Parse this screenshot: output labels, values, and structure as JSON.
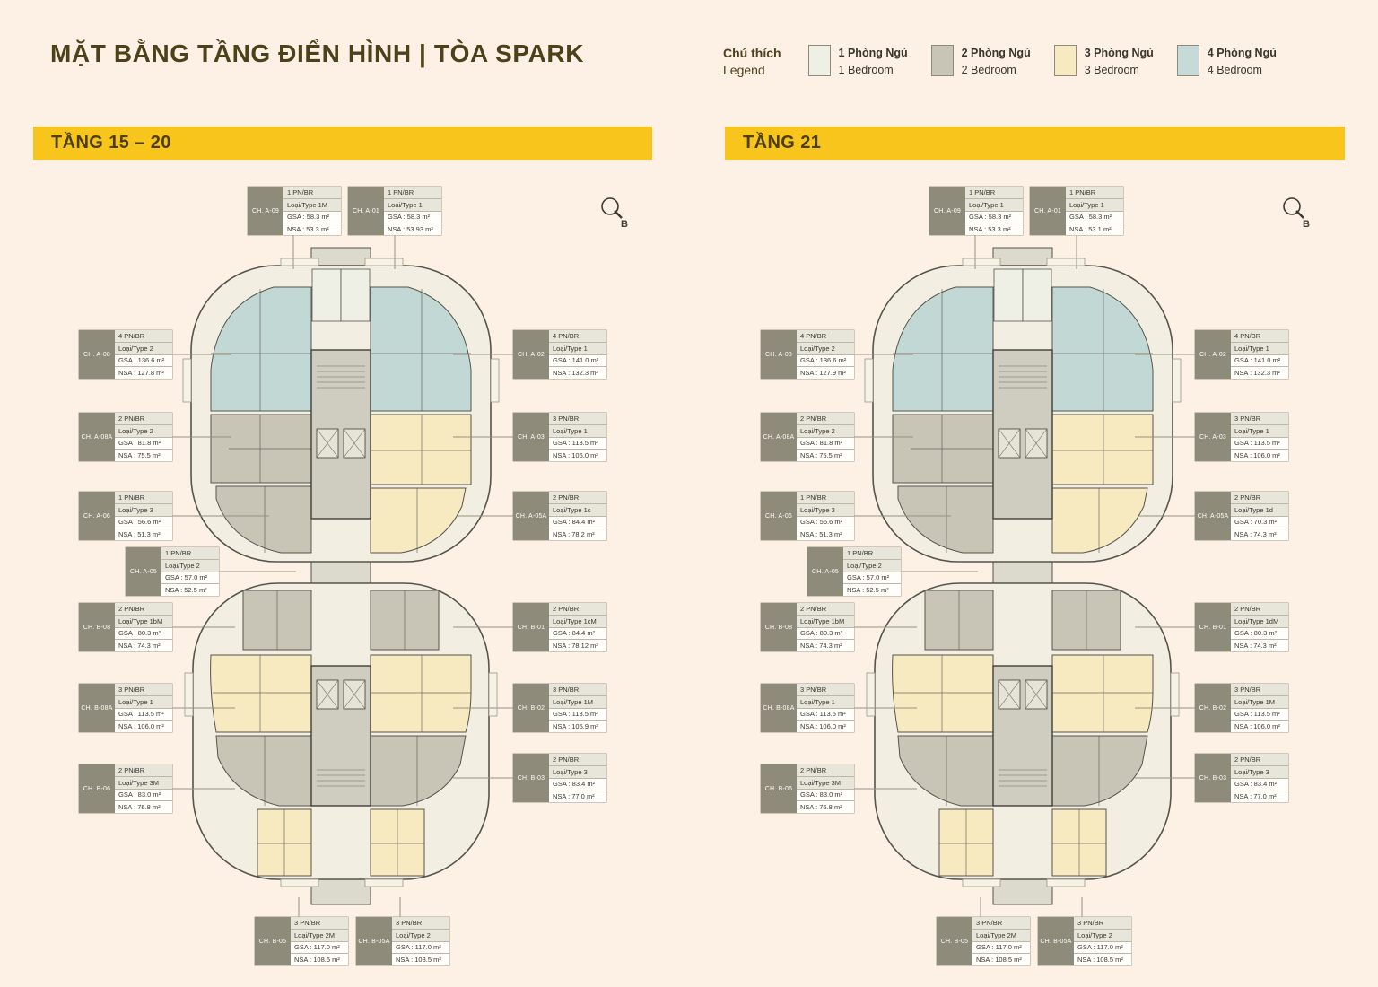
{
  "header": {
    "title": "MẶT BẰNG TẦNG ĐIỂN HÌNH | TÒA SPARK"
  },
  "legend": {
    "title_vi": "Chú thích",
    "title_en": "Legend",
    "items": [
      {
        "label_vi": "1 Phòng Ngủ",
        "label_en": "1 Bedroom",
        "color": "#eef0e6"
      },
      {
        "label_vi": "2 Phòng Ngủ",
        "label_en": "2 Bedroom",
        "color": "#c9c5b6"
      },
      {
        "label_vi": "3 Phòng Ngủ",
        "label_en": "3 Bedroom",
        "color": "#f7eac0"
      },
      {
        "label_vi": "4 Phòng Ngủ",
        "label_en": "4 Bedroom",
        "color": "#c6dbd8"
      }
    ]
  },
  "compass": {
    "label": "B"
  },
  "plans": [
    {
      "banner": "TẦNG 15 – 20",
      "units": [
        {
          "code": "CH. A-09",
          "bedrooms": "1 PN/BR",
          "type": "Loại/Type 1M",
          "gsa": "GSA : 58.3 m²",
          "nsa": "NSA : 53.3 m²"
        },
        {
          "code": "CH. A-01",
          "bedrooms": "1 PN/BR",
          "type": "Loại/Type 1",
          "gsa": "GSA : 58.3 m²",
          "nsa": "NSA : 53.93 m²"
        },
        {
          "code": "CH. A-08",
          "bedrooms": "4 PN/BR",
          "type": "Loại/Type 2",
          "gsa": "GSA : 136.6 m²",
          "nsa": "NSA : 127.8 m²"
        },
        {
          "code": "CH. A-08A",
          "bedrooms": "2 PN/BR",
          "type": "Loại/Type 2",
          "gsa": "GSA : 81.8 m²",
          "nsa": "NSA : 75.5 m²"
        },
        {
          "code": "CH. A-06",
          "bedrooms": "1 PN/BR",
          "type": "Loại/Type 3",
          "gsa": "GSA : 56.6 m²",
          "nsa": "NSA : 51.3 m²"
        },
        {
          "code": "CH. A-05",
          "bedrooms": "1 PN/BR",
          "type": "Loại/Type 2",
          "gsa": "GSA : 57.0 m²",
          "nsa": "NSA : 52.5 m²"
        },
        {
          "code": "CH. B-08",
          "bedrooms": "2 PN/BR",
          "type": "Loại/Type 1bM",
          "gsa": "GSA : 80.3 m²",
          "nsa": "NSA : 74.3 m²"
        },
        {
          "code": "CH. B-08A",
          "bedrooms": "3 PN/BR",
          "type": "Loại/Type 1",
          "gsa": "GSA : 113.5 m²",
          "nsa": "NSA : 106.0 m²"
        },
        {
          "code": "CH. B-06",
          "bedrooms": "2 PN/BR",
          "type": "Loại/Type 3M",
          "gsa": "GSA : 83.0 m²",
          "nsa": "NSA : 76.8 m²"
        },
        {
          "code": "CH. A-02",
          "bedrooms": "4 PN/BR",
          "type": "Loại/Type 1",
          "gsa": "GSA : 141.0 m²",
          "nsa": "NSA : 132.3 m²"
        },
        {
          "code": "CH. A-03",
          "bedrooms": "3 PN/BR",
          "type": "Loại/Type 1",
          "gsa": "GSA : 113.5 m²",
          "nsa": "NSA : 106.0 m²"
        },
        {
          "code": "CH. A-05A",
          "bedrooms": "2 PN/BR",
          "type": "Loại/Type 1c",
          "gsa": "GSA : 84.4 m²",
          "nsa": "NSA : 78.2 m²"
        },
        {
          "code": "CH. B-01",
          "bedrooms": "2 PN/BR",
          "type": "Loại/Type 1cM",
          "gsa": "GSA : 84.4 m²",
          "nsa": "NSA : 78.12 m²"
        },
        {
          "code": "CH. B-02",
          "bedrooms": "3 PN/BR",
          "type": "Loại/Type 1M",
          "gsa": "GSA : 113.5 m²",
          "nsa": "NSA : 105.9 m²"
        },
        {
          "code": "CH. B-03",
          "bedrooms": "2 PN/BR",
          "type": "Loại/Type 3",
          "gsa": "GSA : 83.4 m²",
          "nsa": "NSA : 77.0 m²"
        },
        {
          "code": "CH. B-05",
          "bedrooms": "3 PN/BR",
          "type": "Loại/Type 2M",
          "gsa": "GSA : 117.0 m²",
          "nsa": "NSA : 108.5 m²"
        },
        {
          "code": "CH. B-05A",
          "bedrooms": "3 PN/BR",
          "type": "Loại/Type 2",
          "gsa": "GSA : 117.0 m²",
          "nsa": "NSA : 108.5 m²"
        }
      ]
    },
    {
      "banner": "TẦNG 21",
      "units": [
        {
          "code": "CH. A-09",
          "bedrooms": "1 PN/BR",
          "type": "Loại/Type 1",
          "gsa": "GSA : 58.3 m²",
          "nsa": "NSA : 53.3 m²"
        },
        {
          "code": "CH. A-01",
          "bedrooms": "1 PN/BR",
          "type": "Loại/Type 1",
          "gsa": "GSA : 58.3 m²",
          "nsa": "NSA : 53.1 m²"
        },
        {
          "code": "CH. A-08",
          "bedrooms": "4 PN/BR",
          "type": "Loại/Type 2",
          "gsa": "GSA : 136.6 m²",
          "nsa": "NSA : 127.9 m²"
        },
        {
          "code": "CH. A-08A",
          "bedrooms": "2 PN/BR",
          "type": "Loại/Type 2",
          "gsa": "GSA : 81.8 m²",
          "nsa": "NSA : 75.5 m²"
        },
        {
          "code": "CH. A-06",
          "bedrooms": "1 PN/BR",
          "type": "Loại/Type 3",
          "gsa": "GSA : 56.6 m²",
          "nsa": "NSA : 51.3 m²"
        },
        {
          "code": "CH. A-05",
          "bedrooms": "1 PN/BR",
          "type": "Loại/Type 2",
          "gsa": "GSA : 57.0 m²",
          "nsa": "NSA : 52.5 m²"
        },
        {
          "code": "CH. B-08",
          "bedrooms": "2 PN/BR",
          "type": "Loại/Type 1bM",
          "gsa": "GSA : 80.3 m²",
          "nsa": "NSA : 74.3 m²"
        },
        {
          "code": "CH. B-08A",
          "bedrooms": "3 PN/BR",
          "type": "Loại/Type 1",
          "gsa": "GSA : 113.5 m²",
          "nsa": "NSA : 106.0 m²"
        },
        {
          "code": "CH. B-06",
          "bedrooms": "2 PN/BR",
          "type": "Loại/Type 3M",
          "gsa": "GSA : 83.0 m²",
          "nsa": "NSA : 76.8 m²"
        },
        {
          "code": "CH. A-02",
          "bedrooms": "4 PN/BR",
          "type": "Loại/Type 1",
          "gsa": "GSA : 141.0 m²",
          "nsa": "NSA : 132.3 m²"
        },
        {
          "code": "CH. A-03",
          "bedrooms": "3 PN/BR",
          "type": "Loại/Type 1",
          "gsa": "GSA : 113.5 m²",
          "nsa": "NSA : 106.0 m²"
        },
        {
          "code": "CH. A-05A",
          "bedrooms": "2 PN/BR",
          "type": "Loại/Type 1d",
          "gsa": "GSA : 70.3 m²",
          "nsa": "NSA : 74.3 m²"
        },
        {
          "code": "CH. B-01",
          "bedrooms": "2 PN/BR",
          "type": "Loại/Type 1dM",
          "gsa": "GSA : 80.3 m²",
          "nsa": "NSA : 74.3 m²"
        },
        {
          "code": "CH. B-02",
          "bedrooms": "3 PN/BR",
          "type": "Loại/Type 1M",
          "gsa": "GSA : 113.5 m²",
          "nsa": "NSA : 106.0 m²"
        },
        {
          "code": "CH. B-03",
          "bedrooms": "2 PN/BR",
          "type": "Loại/Type 3",
          "gsa": "GSA : 83.4 m²",
          "nsa": "NSA : 77.0 m²"
        },
        {
          "code": "CH. B-05",
          "bedrooms": "3 PN/BR",
          "type": "Loại/Type 2M",
          "gsa": "GSA : 117.0 m²",
          "nsa": "NSA : 108.5 m²"
        },
        {
          "code": "CH. B-05A",
          "bedrooms": "3 PN/BR",
          "type": "Loại/Type 2",
          "gsa": "GSA : 117.0 m²",
          "nsa": "NSA : 108.5 m²"
        }
      ]
    }
  ]
}
